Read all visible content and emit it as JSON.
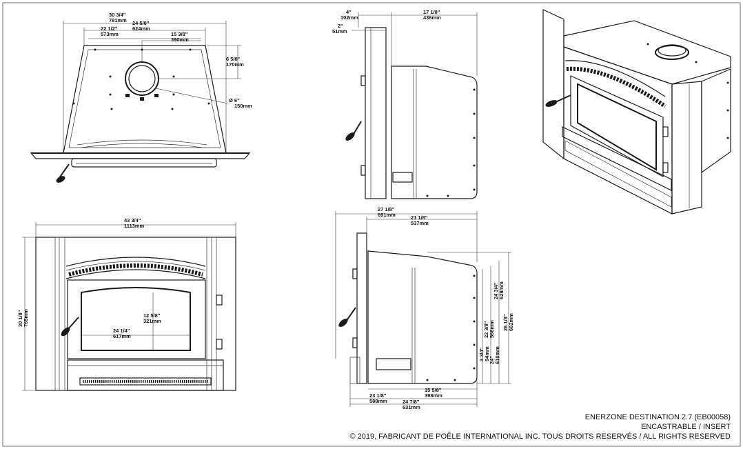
{
  "views": {
    "top": {
      "overall_width": {
        "imperial": "30 3/4\"",
        "metric": "781mm"
      },
      "body_width": {
        "imperial": "24 5/8\"",
        "metric": "624mm"
      },
      "inner_width": {
        "imperial": "22 1/2\"",
        "metric": "573mm"
      },
      "flue_offset": {
        "imperial": "15 3/8\"",
        "metric": "390mm"
      },
      "flue_depth": {
        "imperial": "6 5/8\"",
        "metric": "170mm"
      },
      "flue_diameter": {
        "imperial": "Ø 6\"",
        "metric": "150mm"
      }
    },
    "side_top": {
      "front_depth": {
        "imperial": "4\"",
        "metric": "102mm"
      },
      "body_depth": {
        "imperial": "17 1/8\"",
        "metric": "436mm"
      },
      "panel_depth": {
        "imperial": "2\"",
        "metric": "51mm"
      }
    },
    "front": {
      "overall_width": {
        "imperial": "43 3/4\"",
        "metric": "1113mm"
      },
      "overall_height": {
        "imperial": "30 1/8\"",
        "metric": "765mm"
      },
      "glass_width": {
        "imperial": "24 1/4\"",
        "metric": "617mm"
      },
      "glass_height": {
        "imperial": "12 5/8\"",
        "metric": "321mm"
      }
    },
    "side": {
      "total_depth": {
        "imperial": "27 1/8\"",
        "metric": "691mm"
      },
      "body_depth": {
        "imperial": "21 1/8\"",
        "metric": "537mm"
      },
      "front_to_back": {
        "imperial": "23 1/8\"",
        "metric": "588mm"
      },
      "base_depth": {
        "imperial": "15 5/8\"",
        "metric": "398mm"
      },
      "bottom_depth": {
        "imperial": "24 7/8\"",
        "metric": "631mm"
      },
      "leg_height": {
        "imperial": "3 3/4\"",
        "metric": "94mm"
      },
      "front_height": {
        "imperial": "24\"",
        "metric": "610mm"
      },
      "mid_height": {
        "imperial": "22 3/8\"",
        "metric": "568mm"
      },
      "top_height": {
        "imperial": "24 3/4\"",
        "metric": "628mm"
      },
      "max_height": {
        "imperial": "26 1/8\"",
        "metric": "662mm"
      }
    }
  },
  "caption": {
    "model": "ENERZONE DESTINATION 2.7 (EB00058)",
    "type": "ENCASTRABLE / INSERT",
    "copyright": "© 2019, FABRICANT DE POÊLE INTERNATIONAL INC. TOUS DROITS RESERVÉS / ALL RIGHTS RESERVED"
  }
}
